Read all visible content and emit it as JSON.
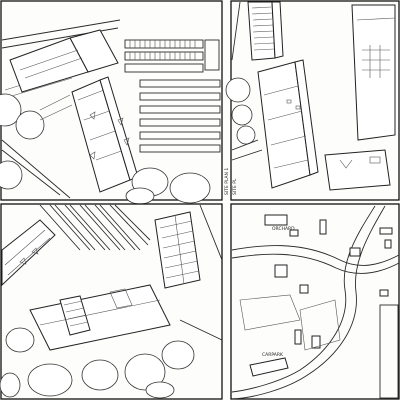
{
  "sheet": {
    "panel_labels": {
      "tl_side_text": "SITE PLAN 1",
      "tr_side_text": "SITE PL",
      "br_label_a": "ORCHARD",
      "br_label_b": "CARPARK"
    }
  },
  "colors": {
    "line": "#2b2b2b",
    "paper": "#fdfdfb"
  }
}
